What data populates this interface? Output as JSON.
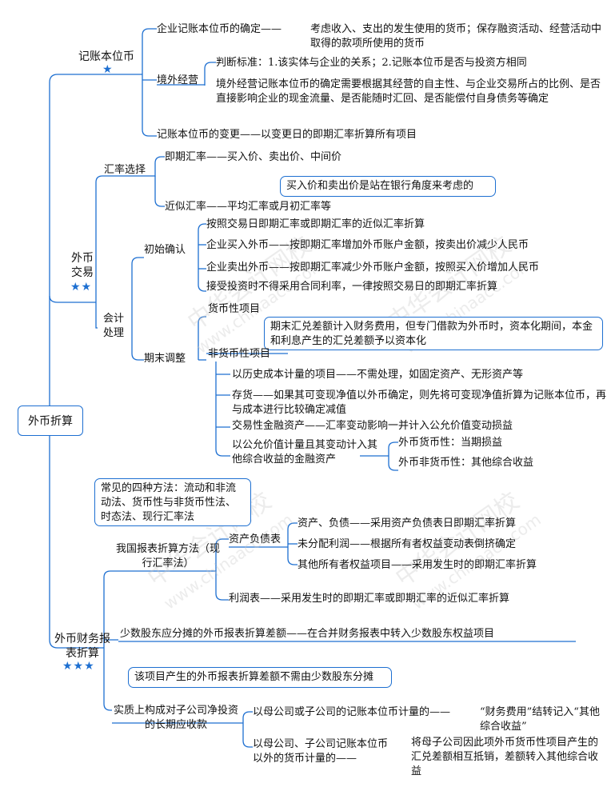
{
  "root": "外币折算",
  "star1": "★",
  "star2": "★★",
  "star3": "★★★",
  "watermark": {
    "a": "中华会计网校",
    "b": "www.chinaacc.com"
  },
  "s1": {
    "title": "记账本位币",
    "confirm": "企业记账本位币的确定——",
    "confirm_detail": "考虑收入、支出的发生使用的货币；保存融资活动、经营活动中取得的款项所使用的货币",
    "overseas": "境外经营",
    "criteria": "判断标准：1.该实体与企业的关系；2.记账本位币是否与投资方相同",
    "overseas_detail": "境外经营记账本位币的确定需要根据其经营的自主性、与企业交易所占的比例、是否直接影响企业的现金流量、是否能随时汇回、是否能偿付自身债务等确定",
    "change": "记账本位币的变更——以变更日的即期汇率折算所有项目"
  },
  "s2": {
    "title": "外币交易",
    "rate_choice": "汇率选择",
    "spot": "即期汇率——买入价、卖出价、中间价",
    "spot_note": "买入价和卖出价是站在银行角度来考虑的",
    "approx": "近似汇率——平均汇率或月初汇率等",
    "accounting": "会计处理",
    "initial": "初始确认",
    "i1": "按照交易日即期汇率或即期汇率的近似汇率折算",
    "i2": "企业买入外币——按即期汇率增加外币账户金额，按卖出价减少人民币",
    "i3": "企业卖出外币——按即期汇率减少外币账户金额，按照买入价增加人民币",
    "i4": "接受投资时不得采用合同利率，一律按照交易日的即期汇率折算",
    "period_end": "期末调整",
    "monetary": "货币性项目",
    "monetary_note": "期末汇兑差额计入财务费用，但专门借款为外币时，资本化期间，本金和利息产生的汇兑差额予以资本化",
    "nonmonetary": "非货币性项目",
    "n1": "以历史成本计量的项目——不需处理，如固定资产、无形资产等",
    "n2": "存货——如果其可变现净值以外币确定，则先将可变现净值折算为记账本位币，再与成本进行比较确定减值",
    "n3": "交易性金融资产——汇率变动影响一并计入公允价值变动损益",
    "n4": "以公允价值计量且其变动计入其他综合收益的金融资产",
    "n4a": "外币货币性：当期损益",
    "n4b": "外币非货币性：其他综合收益"
  },
  "s3": {
    "title": "外币财务报表折算",
    "methods_note": "常见的四种方法：流动和非流动法、货币性与非货币性法、时态法、现行汇率法",
    "china_method": "我国报表折算方法（现行汇率法）",
    "bs": "资产负债表",
    "bs1": "资产、负债——采用资产负债表日即期汇率折算",
    "bs2": "未分配利润——根据所有者权益变动表倒挤确定",
    "bs3": "其他所有者权益项目——采用发生时的即期汇率折算",
    "is": "利润表——采用发生时的即期汇率或即期汇率的近似汇率折算",
    "minority": "少数股东应分摊的外币报表折算差额——在合并财务报表中转入少数股东权益项目",
    "minority_note": "该项目产生的外币报表折算差额不需由少数股东分摊",
    "long_term": "实质上构成对子公司净投资的长期应收款",
    "lt1": "以母公司或子公司的记账本位币计量的——",
    "lt1_detail": "“财务费用”结转记入“其他综合收益”",
    "lt2": "以母公司、子公司记账本位币以外的货币计量的——",
    "lt2_detail": "将母子公司因此项外币货币性项目产生的汇兑差额相互抵销，差额转入其他综合收益"
  }
}
